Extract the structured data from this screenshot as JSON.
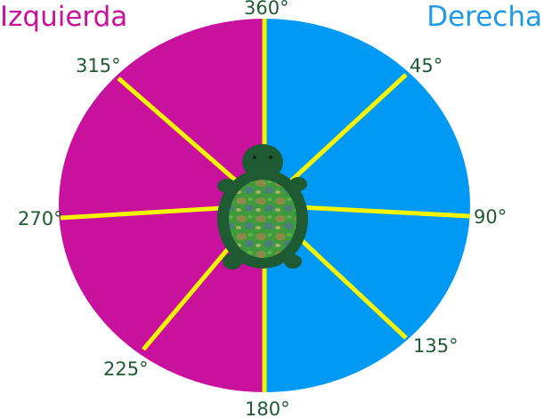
{
  "labels": {
    "left": "Izquierda",
    "right": "Derecha"
  },
  "angles": {
    "a360": "360°",
    "a45": "45°",
    "a90": "90°",
    "a135": "135°",
    "a180": "180°",
    "a225": "225°",
    "a270": "270°",
    "a315": "315°"
  },
  "colors": {
    "left_half": "#c8119c",
    "right_half": "#0099f5",
    "spokes": "#f5f500",
    "left_text": "#c8119c",
    "right_text": "#1f9be6",
    "angle_text": "#1e5a32",
    "turtle_body": "#1e5a32",
    "turtle_shell": "#2f8a3a"
  },
  "icons": {
    "center": "turtle-icon"
  }
}
